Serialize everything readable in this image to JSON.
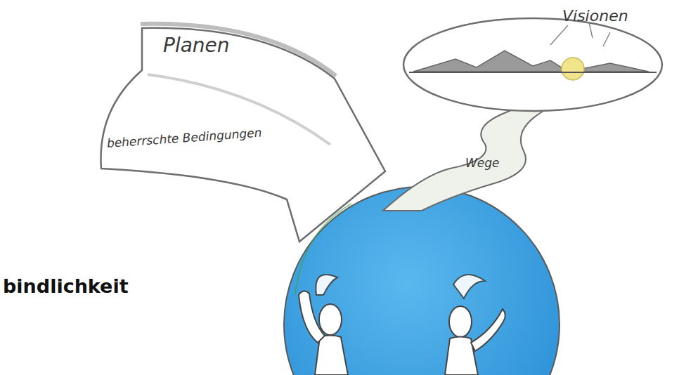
{
  "diagram": {
    "nodes": [
      {
        "text": [
          "Planen",
          "beherrschte Bedingungen"
        ]
      },
      {
        "text": [
          "Visionen"
        ]
      }
    ],
    "labels": [
      "Wege",
      "bindlichkeit"
    ]
  }
}
